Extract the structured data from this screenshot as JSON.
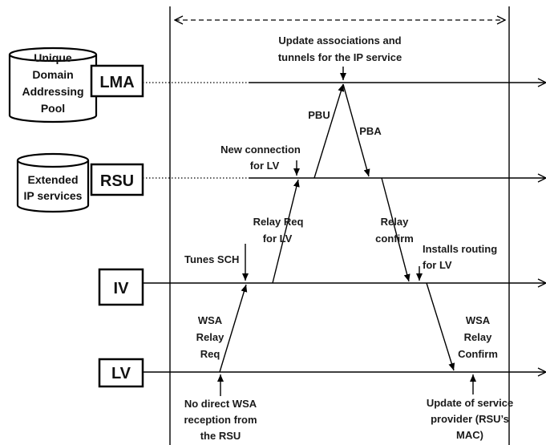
{
  "entities": {
    "lma": "LMA",
    "rsu": "RSU",
    "iv": "IV",
    "lv": "LV"
  },
  "databases": {
    "lma_pool": [
      "Unique",
      "Domain",
      "Addressing",
      "Pool"
    ],
    "rsu_services": [
      "Extended",
      "IP services"
    ]
  },
  "annotations": {
    "update_assoc": [
      "Update associations and",
      "tunnels for the IP service"
    ],
    "new_connection": [
      "New connection",
      "for LV"
    ],
    "tunes_sch": [
      "Tunes SCH"
    ],
    "installs_routing": [
      "Installs routing",
      "for LV"
    ],
    "no_direct": [
      "No direct WSA",
      "reception from",
      "the RSU"
    ],
    "update_provider": [
      "Update of service",
      "provider (RSU’s",
      "MAC)"
    ]
  },
  "messages": {
    "pbu": [
      "PBU"
    ],
    "pba": [
      "PBA"
    ],
    "relay_req": [
      "Relay Req",
      "for LV"
    ],
    "relay_confirm": [
      "Relay",
      "confirm"
    ],
    "wsa_relay_req": [
      "WSA",
      "Relay",
      "Req"
    ],
    "wsa_relay_confirm": [
      "WSA",
      "Relay",
      "Confirm"
    ]
  }
}
